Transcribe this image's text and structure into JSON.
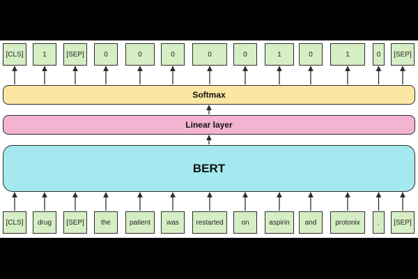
{
  "colors": {
    "token_fill": "#d6eec4",
    "softmax_fill": "#fbe6a3",
    "linear_fill": "#f4b3d1",
    "bert_fill": "#a3e9ef",
    "stroke": "#2b2b2b"
  },
  "outputs": [
    "[CLS]",
    "1",
    "[SEP]",
    "0",
    "0",
    "0",
    "0",
    "0",
    "1",
    "0",
    "1",
    "0",
    "[SEP]"
  ],
  "softmax": {
    "label": "Softmax"
  },
  "linear": {
    "label": "Linear layer"
  },
  "bert": {
    "label": "BERT"
  },
  "inputs": [
    "[CLS]",
    "drug",
    "[SEP]",
    "the",
    "patient",
    "was",
    "restarted",
    "on",
    "aspirin",
    "and",
    "protonix",
    ".",
    "[SEP]"
  ]
}
